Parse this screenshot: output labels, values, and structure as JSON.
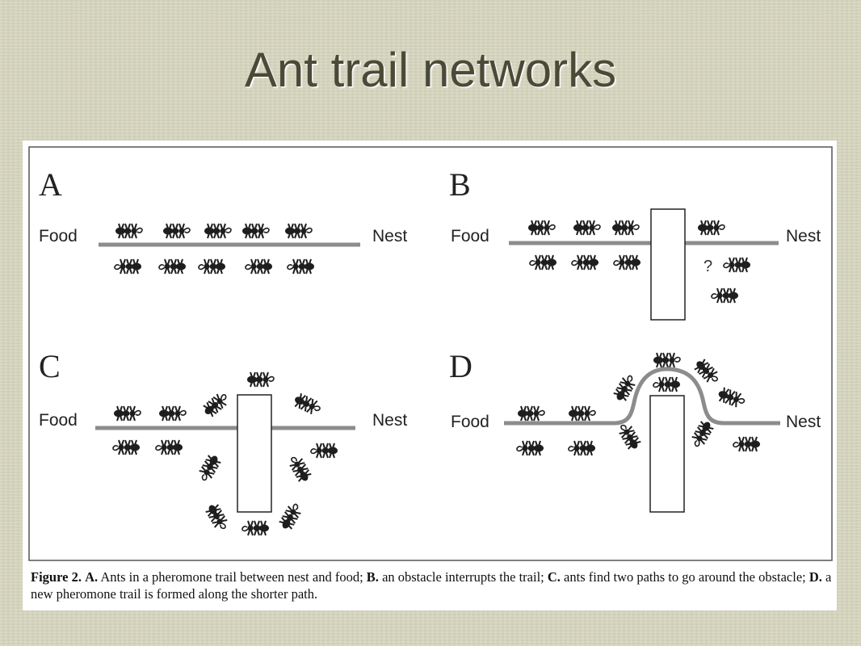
{
  "slide": {
    "title": "Ant trail networks"
  },
  "figure": {
    "panels": [
      {
        "letter": "A",
        "left_label": "Food",
        "right_label": "Nest",
        "obstacle": false,
        "mark": ""
      },
      {
        "letter": "B",
        "left_label": "Food",
        "right_label": "Nest",
        "obstacle": true,
        "mark": "?"
      },
      {
        "letter": "C",
        "left_label": "Food",
        "right_label": "Nest",
        "obstacle": true,
        "mark": ""
      },
      {
        "letter": "D",
        "left_label": "Food",
        "right_label": "Nest",
        "obstacle": true,
        "mark": ""
      }
    ],
    "caption": {
      "figure_label": "Figure 2.",
      "a_label": "A.",
      "a_text": " Ants in a pheromone trail between nest and food; ",
      "b_label": "B.",
      "b_text": " an obstacle interrupts the trail; ",
      "c_label": "C.",
      "c_text": " ants find two paths to go around the obstacle; ",
      "d_label": "D.",
      "d_text": " a new pheromone trail is formed along the shorter path."
    }
  },
  "colors": {
    "trail": "#8c8c8c",
    "ant": "#1e1e1e",
    "border": "#555555"
  }
}
